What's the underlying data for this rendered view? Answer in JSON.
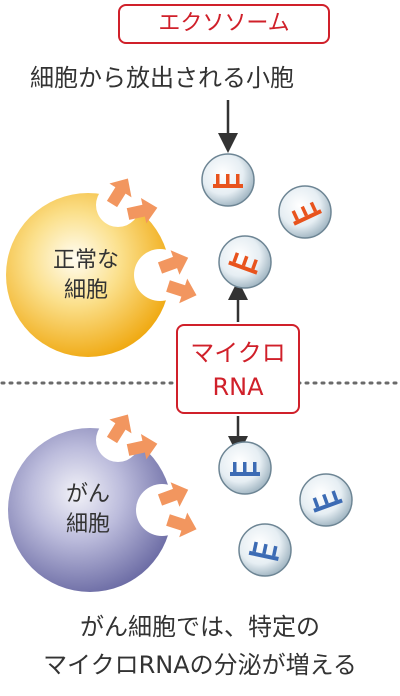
{
  "exosome": {
    "label": "エクソソーム",
    "description": "細胞から放出される小胞"
  },
  "normal_cell": {
    "label_line1": "正常な",
    "label_line2": "細胞"
  },
  "cancer_cell": {
    "label_line1": "がん",
    "label_line2": "細胞"
  },
  "microrna": {
    "label_line1": "マイクロ",
    "label_line2": "RNA"
  },
  "caption": {
    "line1": "がん細胞では、特定の",
    "line2": "マイクロRNAの分泌が増える"
  },
  "colors": {
    "accent_red": "#d0202a",
    "normal_cell": "#f3b21f",
    "cancer_cell": "#8888bb",
    "arrow_orange": "#f2965f",
    "rna_orange": "#e8531d",
    "rna_blue": "#3c6bb4",
    "text": "#333333"
  }
}
